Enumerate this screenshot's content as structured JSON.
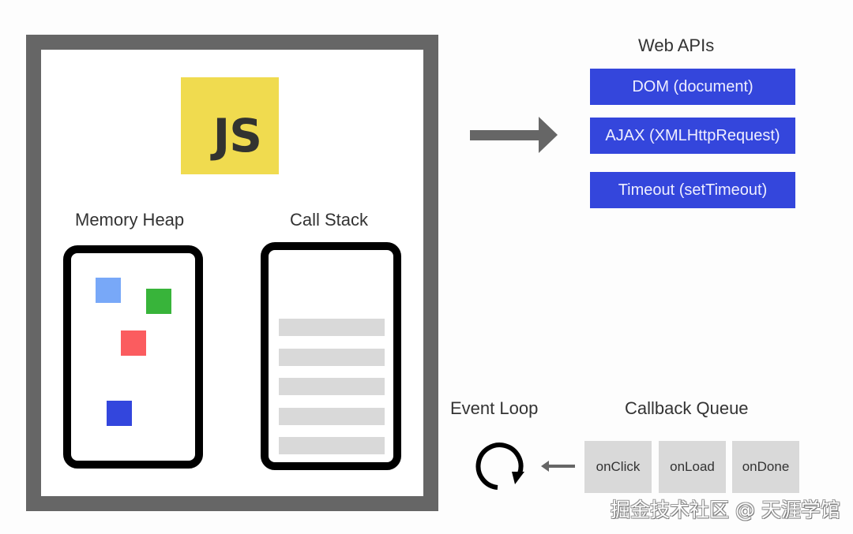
{
  "engine": {
    "logo_text": "JS",
    "heap_title": "Memory Heap",
    "stack_title": "Call Stack",
    "heap_items": [
      {
        "name": "heap-object-light-blue",
        "color": "#78a8f8"
      },
      {
        "name": "heap-object-green",
        "color": "#38b43a"
      },
      {
        "name": "heap-object-red",
        "color": "#fb5c5f"
      },
      {
        "name": "heap-object-blue",
        "color": "#3346dd"
      }
    ],
    "stack_frame_count": 5
  },
  "web_apis": {
    "title": "Web APIs",
    "items": [
      "DOM (document)",
      "AJAX (XMLHttpRequest)",
      "Timeout (setTimeout)"
    ],
    "color": "#3446dc"
  },
  "event_loop": {
    "title": "Event Loop"
  },
  "callback_queue": {
    "title": "Callback Queue",
    "items": [
      "onClick",
      "onLoad",
      "onDone"
    ]
  },
  "colors": {
    "engine_border": "#666666",
    "js_logo_bg": "#f0db4f",
    "js_logo_text": "#323330",
    "stack_frame": "#d9d9d9"
  },
  "watermark": "掘金技术社区 @ 天涯学馆"
}
